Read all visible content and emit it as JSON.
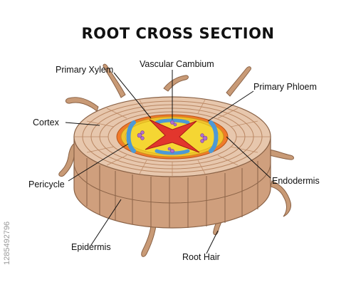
{
  "diagram": {
    "title": "ROOT CROSS SECTION",
    "labels": {
      "primary_xylem": "Primary Xylem",
      "vascular_cambium": "Vascular Cambium",
      "primary_phloem": "Primary Phloem",
      "cortex": "Cortex",
      "pericycle": "Pericycle",
      "endodermis": "Endodermis",
      "epidermis": "Epidermis",
      "root_hair": "Root Hair"
    },
    "watermark_id": "1285492796"
  },
  "colors": {
    "tissue_light": "#e7c7ad",
    "tissue_mid": "#cf9f7d",
    "tissue_dark": "#b98662",
    "cell_outline": "#8a6246",
    "root_hair": "#c89a76",
    "endodermis_ring": "#f2c230",
    "pericycle_ring": "#f07a2a",
    "vascular_fill": "#f5d633",
    "xylem": "#e2362d",
    "phloem": "#4d99d6",
    "phloem_cells": "#b06fd0"
  }
}
